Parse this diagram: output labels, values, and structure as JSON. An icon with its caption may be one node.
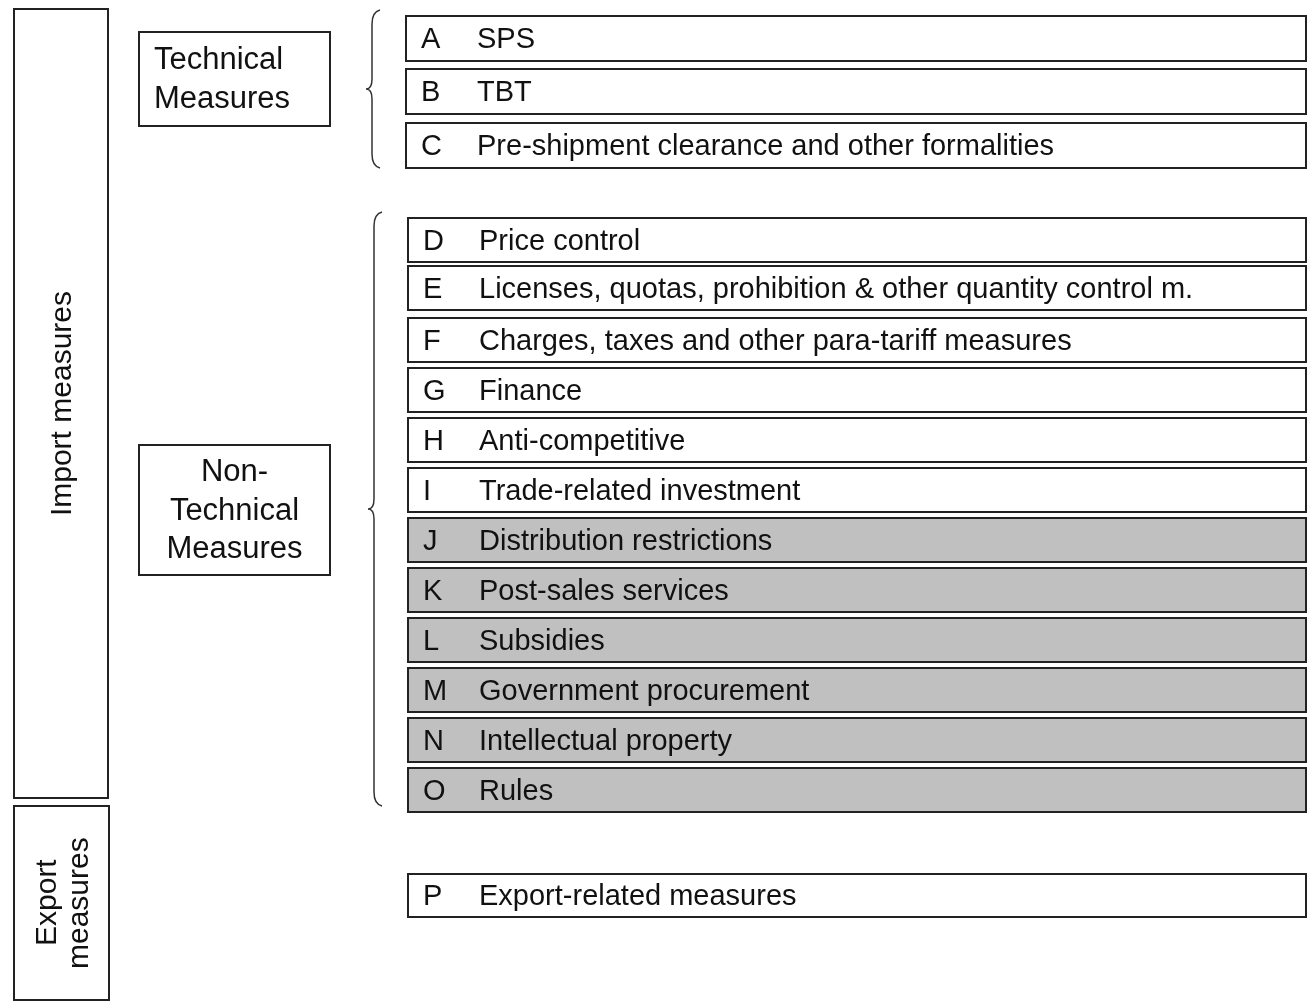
{
  "diagram": {
    "nodes": [
      {
        "text": [
          "Import measures"
        ]
      },
      {
        "text": [
          "Export measures"
        ]
      },
      {
        "text": [
          "Technical Measures"
        ]
      },
      {
        "text": [
          "Non-Technical Measures"
        ]
      },
      {
        "text": [
          "A",
          "SPS"
        ]
      },
      {
        "text": [
          "B",
          "TBT"
        ]
      },
      {
        "text": [
          "C",
          "Pre-shipment clearance and other formalities"
        ]
      },
      {
        "text": [
          "D",
          "Price control"
        ]
      },
      {
        "text": [
          "E",
          "Licenses, quotas, prohibition & other quantity control m."
        ]
      },
      {
        "text": [
          "F",
          "Charges, taxes and other para-tariff measures"
        ]
      },
      {
        "text": [
          "G",
          "Finance"
        ]
      },
      {
        "text": [
          "H",
          "Anti-competitive"
        ]
      },
      {
        "text": [
          "I",
          "Trade-related investment"
        ]
      },
      {
        "text": [
          "J",
          "Distribution restrictions"
        ]
      },
      {
        "text": [
          "K",
          "Post-sales services"
        ]
      },
      {
        "text": [
          "L",
          "Subsidies"
        ]
      },
      {
        "text": [
          "M",
          "Government procurement"
        ]
      },
      {
        "text": [
          "N",
          "Intellectual property"
        ]
      },
      {
        "text": [
          "O",
          "Rules"
        ]
      },
      {
        "text": [
          "P",
          "Export-related measures"
        ]
      }
    ],
    "edges": []
  }
}
